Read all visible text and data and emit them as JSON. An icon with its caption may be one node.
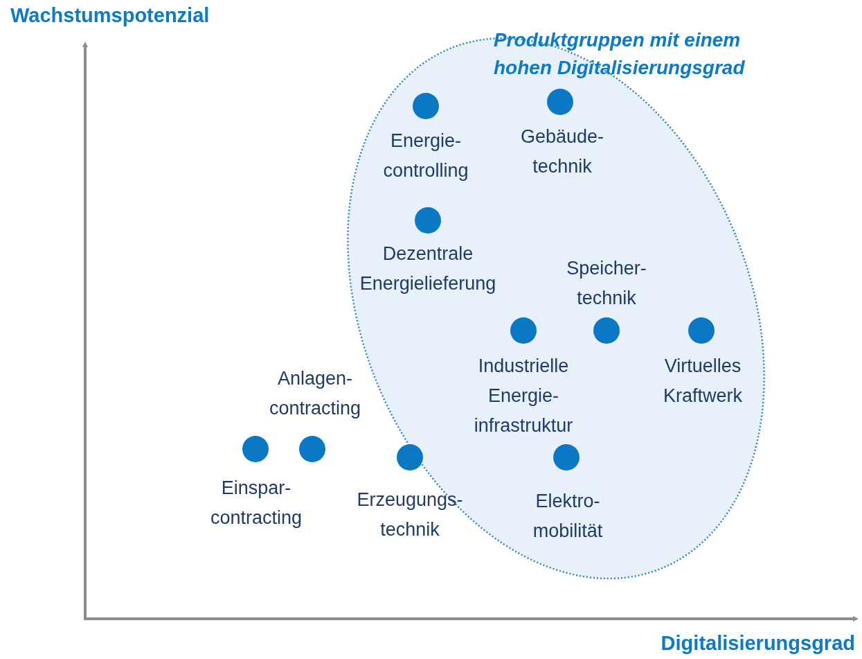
{
  "diagram": {
    "nodes": [
      {
        "text": [
          "Produktgruppen mit einem hohen Digitalisierungsgrad"
        ]
      },
      {
        "text": [],
        "shape": "circle",
        "in": 0,
        "beside": [
          "Energie- controlling"
        ]
      },
      {
        "text": [],
        "shape": "circle",
        "in": 0,
        "beside": [
          "Gebäude- technik"
        ]
      },
      {
        "text": [],
        "shape": "circle",
        "in": 0,
        "beside": [
          "Dezentrale Energielieferung"
        ]
      },
      {
        "text": [],
        "shape": "circle",
        "in": 0,
        "beside": [
          "Speicher- technik"
        ]
      },
      {
        "text": [],
        "shape": "circle",
        "in": 0,
        "beside": [
          "Industrielle Energie- infrastruktur"
        ]
      },
      {
        "text": [],
        "shape": "circle",
        "in": 0,
        "beside": [
          "Virtuelles Kraftwerk"
        ]
      },
      {
        "text": [],
        "shape": "circle",
        "beside": [
          "Anlagen- contracting"
        ]
      },
      {
        "text": [],
        "shape": "circle",
        "beside": [
          "Einspar- contracting"
        ]
      },
      {
        "text": [],
        "shape": "circle",
        "beside": [
          "Erzeugungs- technik"
        ]
      },
      {
        "text": [],
        "shape": "circle",
        "in": 0,
        "beside": [
          "Elektro- mobilität"
        ]
      }
    ],
    "edges": [],
    "labels": [
      "Wachstumspotenzial",
      "Digitalisierungsgrad"
    ]
  }
}
